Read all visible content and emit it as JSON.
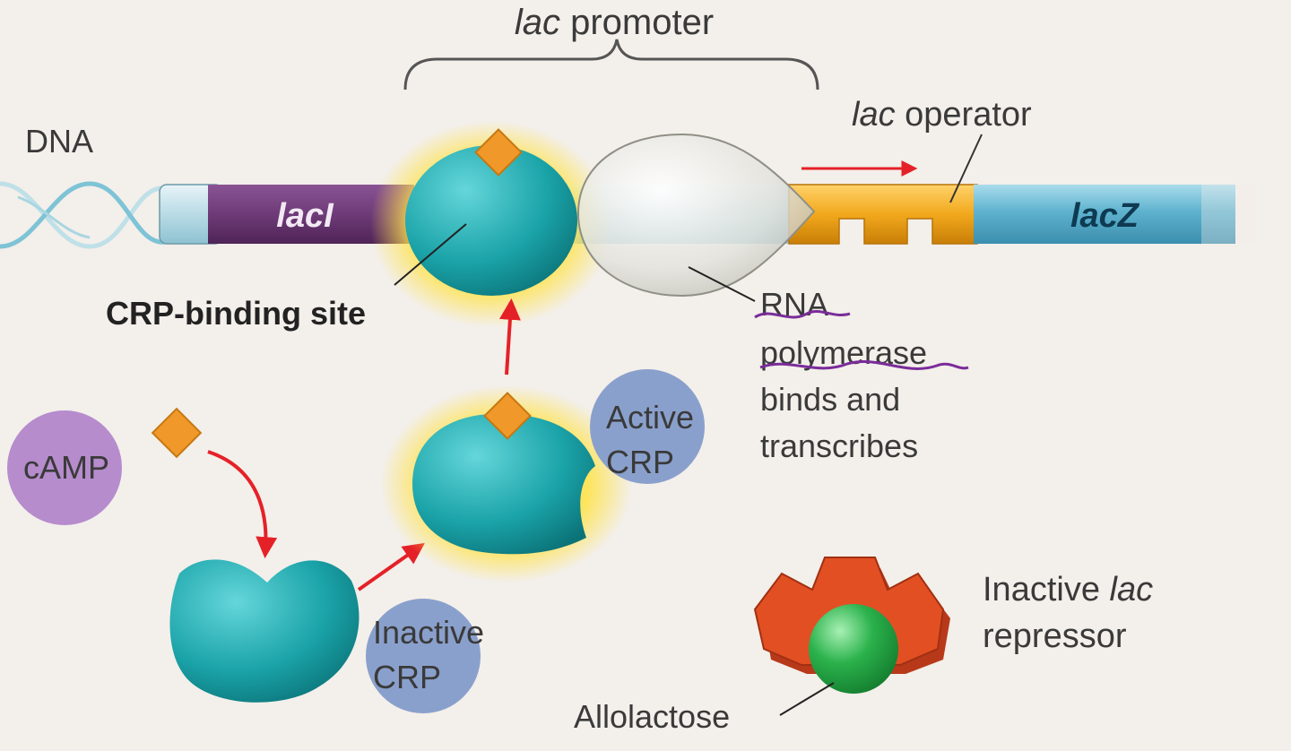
{
  "labels": {
    "lac_promoter_italic": "lac",
    "lac_promoter_rest": " promoter",
    "dna": "DNA",
    "lac_operator_italic": "lac",
    "lac_operator_rest": " operator",
    "laci_gene": "lacI",
    "lacz_gene": "lacZ",
    "crp_binding_site": "CRP-binding site",
    "rna_line1": "RNA",
    "rna_line2": "polymerase",
    "rna_line3": "binds and",
    "rna_line4": "transcribes",
    "camp": "cAMP",
    "active_crp_line1": "Active",
    "active_crp_line2": "CRP",
    "inactive_crp_line1": "Inactive",
    "inactive_crp_line2": "CRP",
    "inactive_repressor_line1_plain": "Inactive ",
    "inactive_repressor_line1_italic": "lac",
    "inactive_repressor_line2": "repressor",
    "allolactose": "Allolactose"
  },
  "colors": {
    "background": "#f3efea",
    "laci_region": "#6e3b78",
    "dna_light": "#b9dbe6",
    "lacz_region": "#5fb3cf",
    "operator": "#f2a81c",
    "crp_protein": "#1aa3a8",
    "camp_diamond": "#f0982a",
    "rna_polymerase": "#d4d4cc",
    "repressor": "#e24f22",
    "allolactose": "#2bb24c",
    "camp_bubble": "#b68ccd",
    "crp_bubble": "#8aa0cc",
    "arrow": "#e52128",
    "annotation_underline": "#7a2c9a"
  },
  "icons": {
    "camp": "orange-diamond-icon",
    "crp": "teal-blob-icon",
    "repressor": "red-cross-shape-icon",
    "allolactose": "green-sphere-icon"
  }
}
